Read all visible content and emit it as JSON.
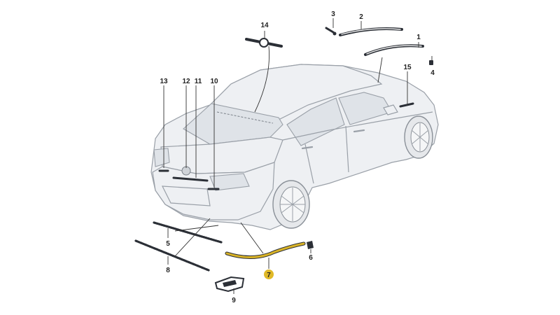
{
  "callouts": [
    {
      "id": "c1",
      "label": "1"
    },
    {
      "id": "c2",
      "label": "2"
    },
    {
      "id": "c3",
      "label": "3"
    },
    {
      "id": "c4",
      "label": "4"
    },
    {
      "id": "c5",
      "label": "5"
    },
    {
      "id": "c6",
      "label": "6"
    },
    {
      "id": "c7",
      "label": "7"
    },
    {
      "id": "c8",
      "label": "8"
    },
    {
      "id": "c9",
      "label": "9"
    },
    {
      "id": "c10",
      "label": "10"
    },
    {
      "id": "c11",
      "label": "11"
    },
    {
      "id": "c12",
      "label": "12"
    },
    {
      "id": "c13",
      "label": "13"
    },
    {
      "id": "c14",
      "label": "14"
    },
    {
      "id": "c15",
      "label": "15"
    }
  ],
  "colors": {
    "highlight_part": "#d9b326",
    "highlight_badge": "#e0b928",
    "part_dark": "#2b2f36",
    "car_outline": "#9aa0a8"
  }
}
